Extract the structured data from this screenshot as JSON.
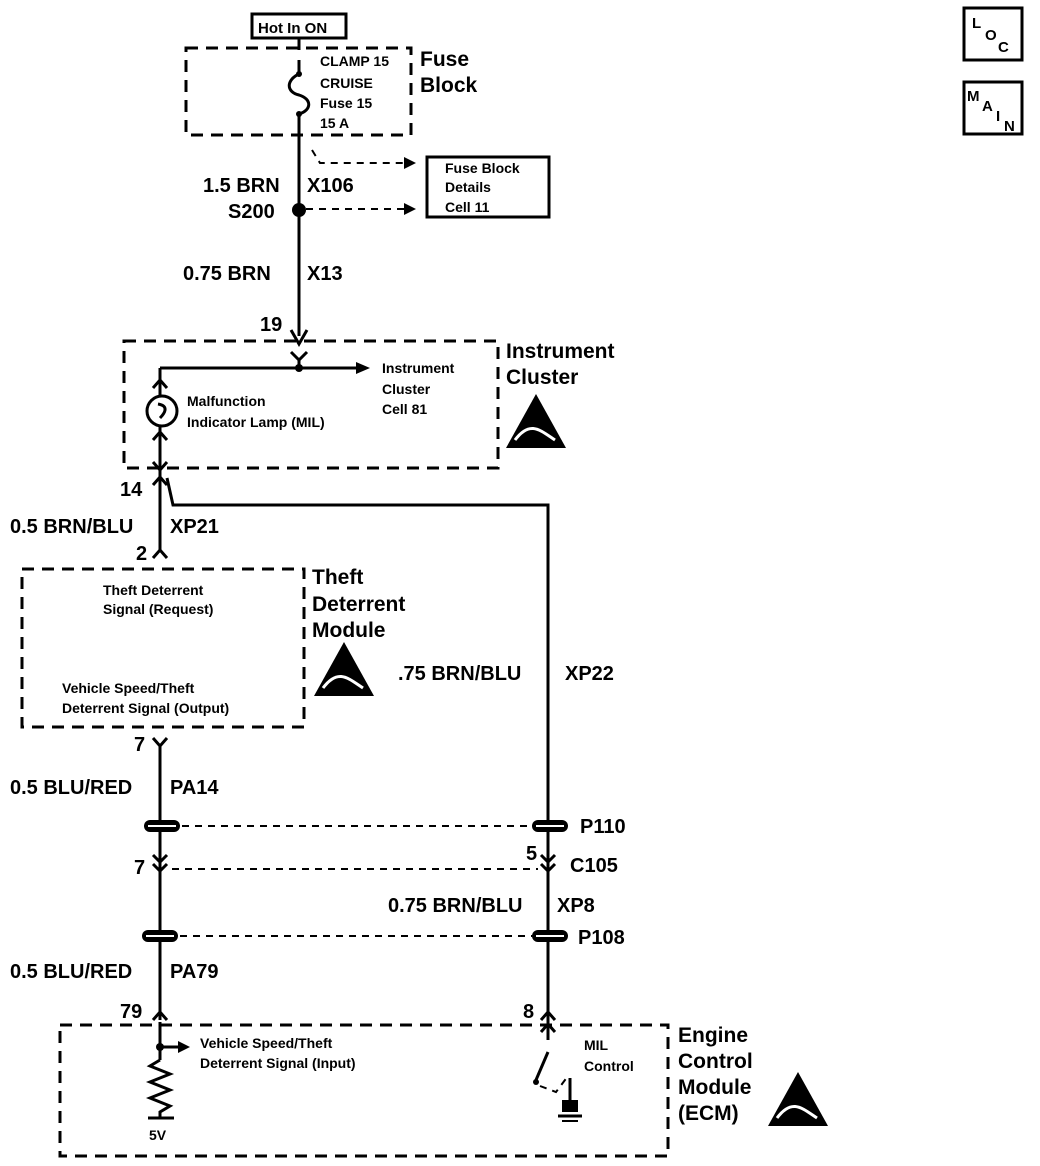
{
  "nav": {
    "loc": {
      "l": "L",
      "o": "O",
      "c": "C"
    },
    "main": {
      "m": "M",
      "a": "A",
      "i": "I",
      "n": "N"
    }
  },
  "power_label": "Hot In ON",
  "fuse_block": {
    "name_line1": "Fuse",
    "name_line2": "Block",
    "fuse_lines": [
      "CLAMP 15",
      "CRUISE",
      "Fuse 15",
      "15 A"
    ]
  },
  "fuse_details_ref": [
    "Fuse Block",
    "Details",
    "Cell 11"
  ],
  "wires": {
    "w1": {
      "gauge": "1.5 BRN",
      "id": "X106"
    },
    "splice": "S200",
    "w2": {
      "gauge": "0.75 BRN",
      "id": "X13"
    },
    "w3": {
      "gauge": "0.5 BRN/BLU",
      "id": "XP21"
    },
    "w4": {
      "gauge": ".75 BRN/BLU",
      "id": "XP22"
    },
    "w5": {
      "gauge": "0.5 BLU/RED",
      "id": "PA14"
    },
    "w6": {
      "gauge": "0.75 BRN/BLU",
      "id": "XP8"
    },
    "w7": {
      "gauge": "0.5 BLU/RED",
      "id": "PA79"
    }
  },
  "pins": {
    "ic_in": "19",
    "ic_out": "14",
    "tdm_in": "2",
    "tdm_out": "7",
    "c105_left": "7",
    "c105_right": "5",
    "ecm_left": "79",
    "ecm_right": "8"
  },
  "connectors": {
    "p110": "P110",
    "c105": "C105",
    "p108": "P108"
  },
  "instrument_cluster": {
    "name_line1": "Instrument",
    "name_line2": "Cluster",
    "ref": [
      "Instrument",
      "Cluster",
      "Cell 81"
    ],
    "lamp": [
      "Malfunction",
      "Indicator  Lamp (MIL)"
    ]
  },
  "theft_module": {
    "name": [
      "Theft",
      "Deterrent",
      "Module"
    ],
    "req": [
      "Theft  Deterrent",
      "Signal (Request)"
    ],
    "out": [
      "Vehicle Speed/Theft",
      "Deterrent Signal (Output)"
    ]
  },
  "ecm": {
    "name": [
      "Engine",
      "Control",
      "Module",
      "(ECM)"
    ],
    "input": [
      "Vehicle Speed/Theft",
      "Deterrent Signal (Input)"
    ],
    "voltage": "5V",
    "mil": [
      "MIL",
      "Control"
    ]
  }
}
